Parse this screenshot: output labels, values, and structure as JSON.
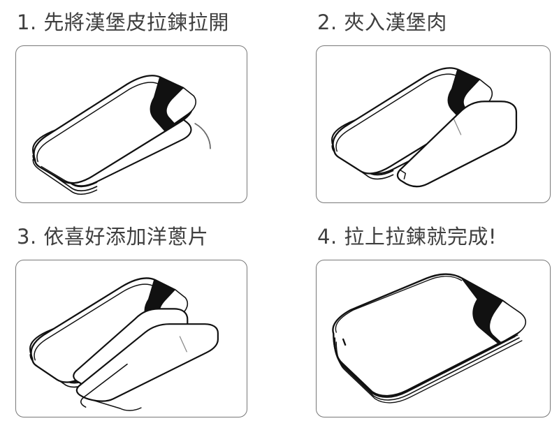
{
  "document": {
    "language": "zh-Hant",
    "title": "漢堡包組裝步驟圖",
    "background_color": "#ffffff",
    "text_color": "#3f3f3f",
    "frame_color": "#787878",
    "ink_color": "#000000"
  },
  "steps": [
    {
      "number": "1.",
      "caption": "1. 先將漢堡皮拉鍊拉開",
      "text": "先將漢堡皮拉鍊拉開",
      "illustration_name": "bun-unzipped-open",
      "illustration_description": "漢堡造型袋的上蓋被掀開，黑色拉鍊開口朝右，旁有弧形動作箭頭"
    },
    {
      "number": "2.",
      "caption": "2. 夾入漢堡肉",
      "text": "夾入漢堡肉",
      "illustration_name": "patty-inserted",
      "illustration_description": "一塊厚厚的漢堡肉排從右下方滑入掀開的漢堡皮之間"
    },
    {
      "number": "3.",
      "caption": "3. 依喜好添加洋蔥片",
      "text": "依喜好添加洋蔥片",
      "illustration_name": "onion-slices-added",
      "illustration_description": "在漢堡肉上再疊放數片薄洋蔥片，層層堆疊於掀開的漢堡皮中"
    },
    {
      "number": "4.",
      "caption": "4. 拉上拉鍊就完成!",
      "text": "拉上拉鍊就完成!",
      "illustration_name": "bun-zipped-closed",
      "illustration_description": "漢堡袋已完全闔上，黑色拉鍊封閉於右側，完成狀態"
    }
  ]
}
